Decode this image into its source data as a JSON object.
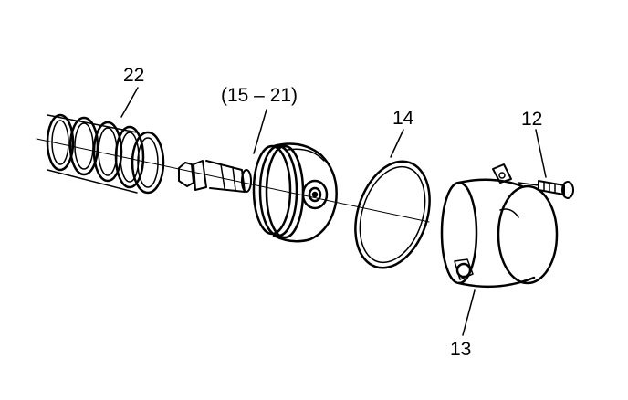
{
  "callouts": {
    "spring": "22",
    "assembly": "(15 – 21)",
    "seal_ring": "14",
    "bolt": "12",
    "cover": "13"
  }
}
